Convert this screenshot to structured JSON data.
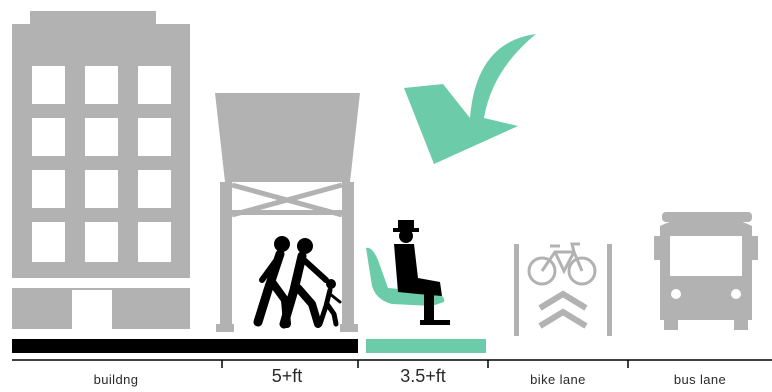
{
  "labels": {
    "building": "buildng",
    "sidewalk": "5+ft",
    "seating": "3.5+ft",
    "bike_lane": "bike lane",
    "bus_lane": "bus lane"
  },
  "colors": {
    "gray": "#b2b2b2",
    "teal": "#6cccaa",
    "black": "#000000",
    "white": "#ffffff"
  },
  "icons": {
    "building": "building-icon",
    "elevated_train": "elevated-structure-icon",
    "pedestrians": "pedestrians-icon",
    "seated_person": "seated-person-icon",
    "arrow": "curved-arrow-icon",
    "bicycle": "bicycle-icon",
    "bus": "bus-icon"
  }
}
